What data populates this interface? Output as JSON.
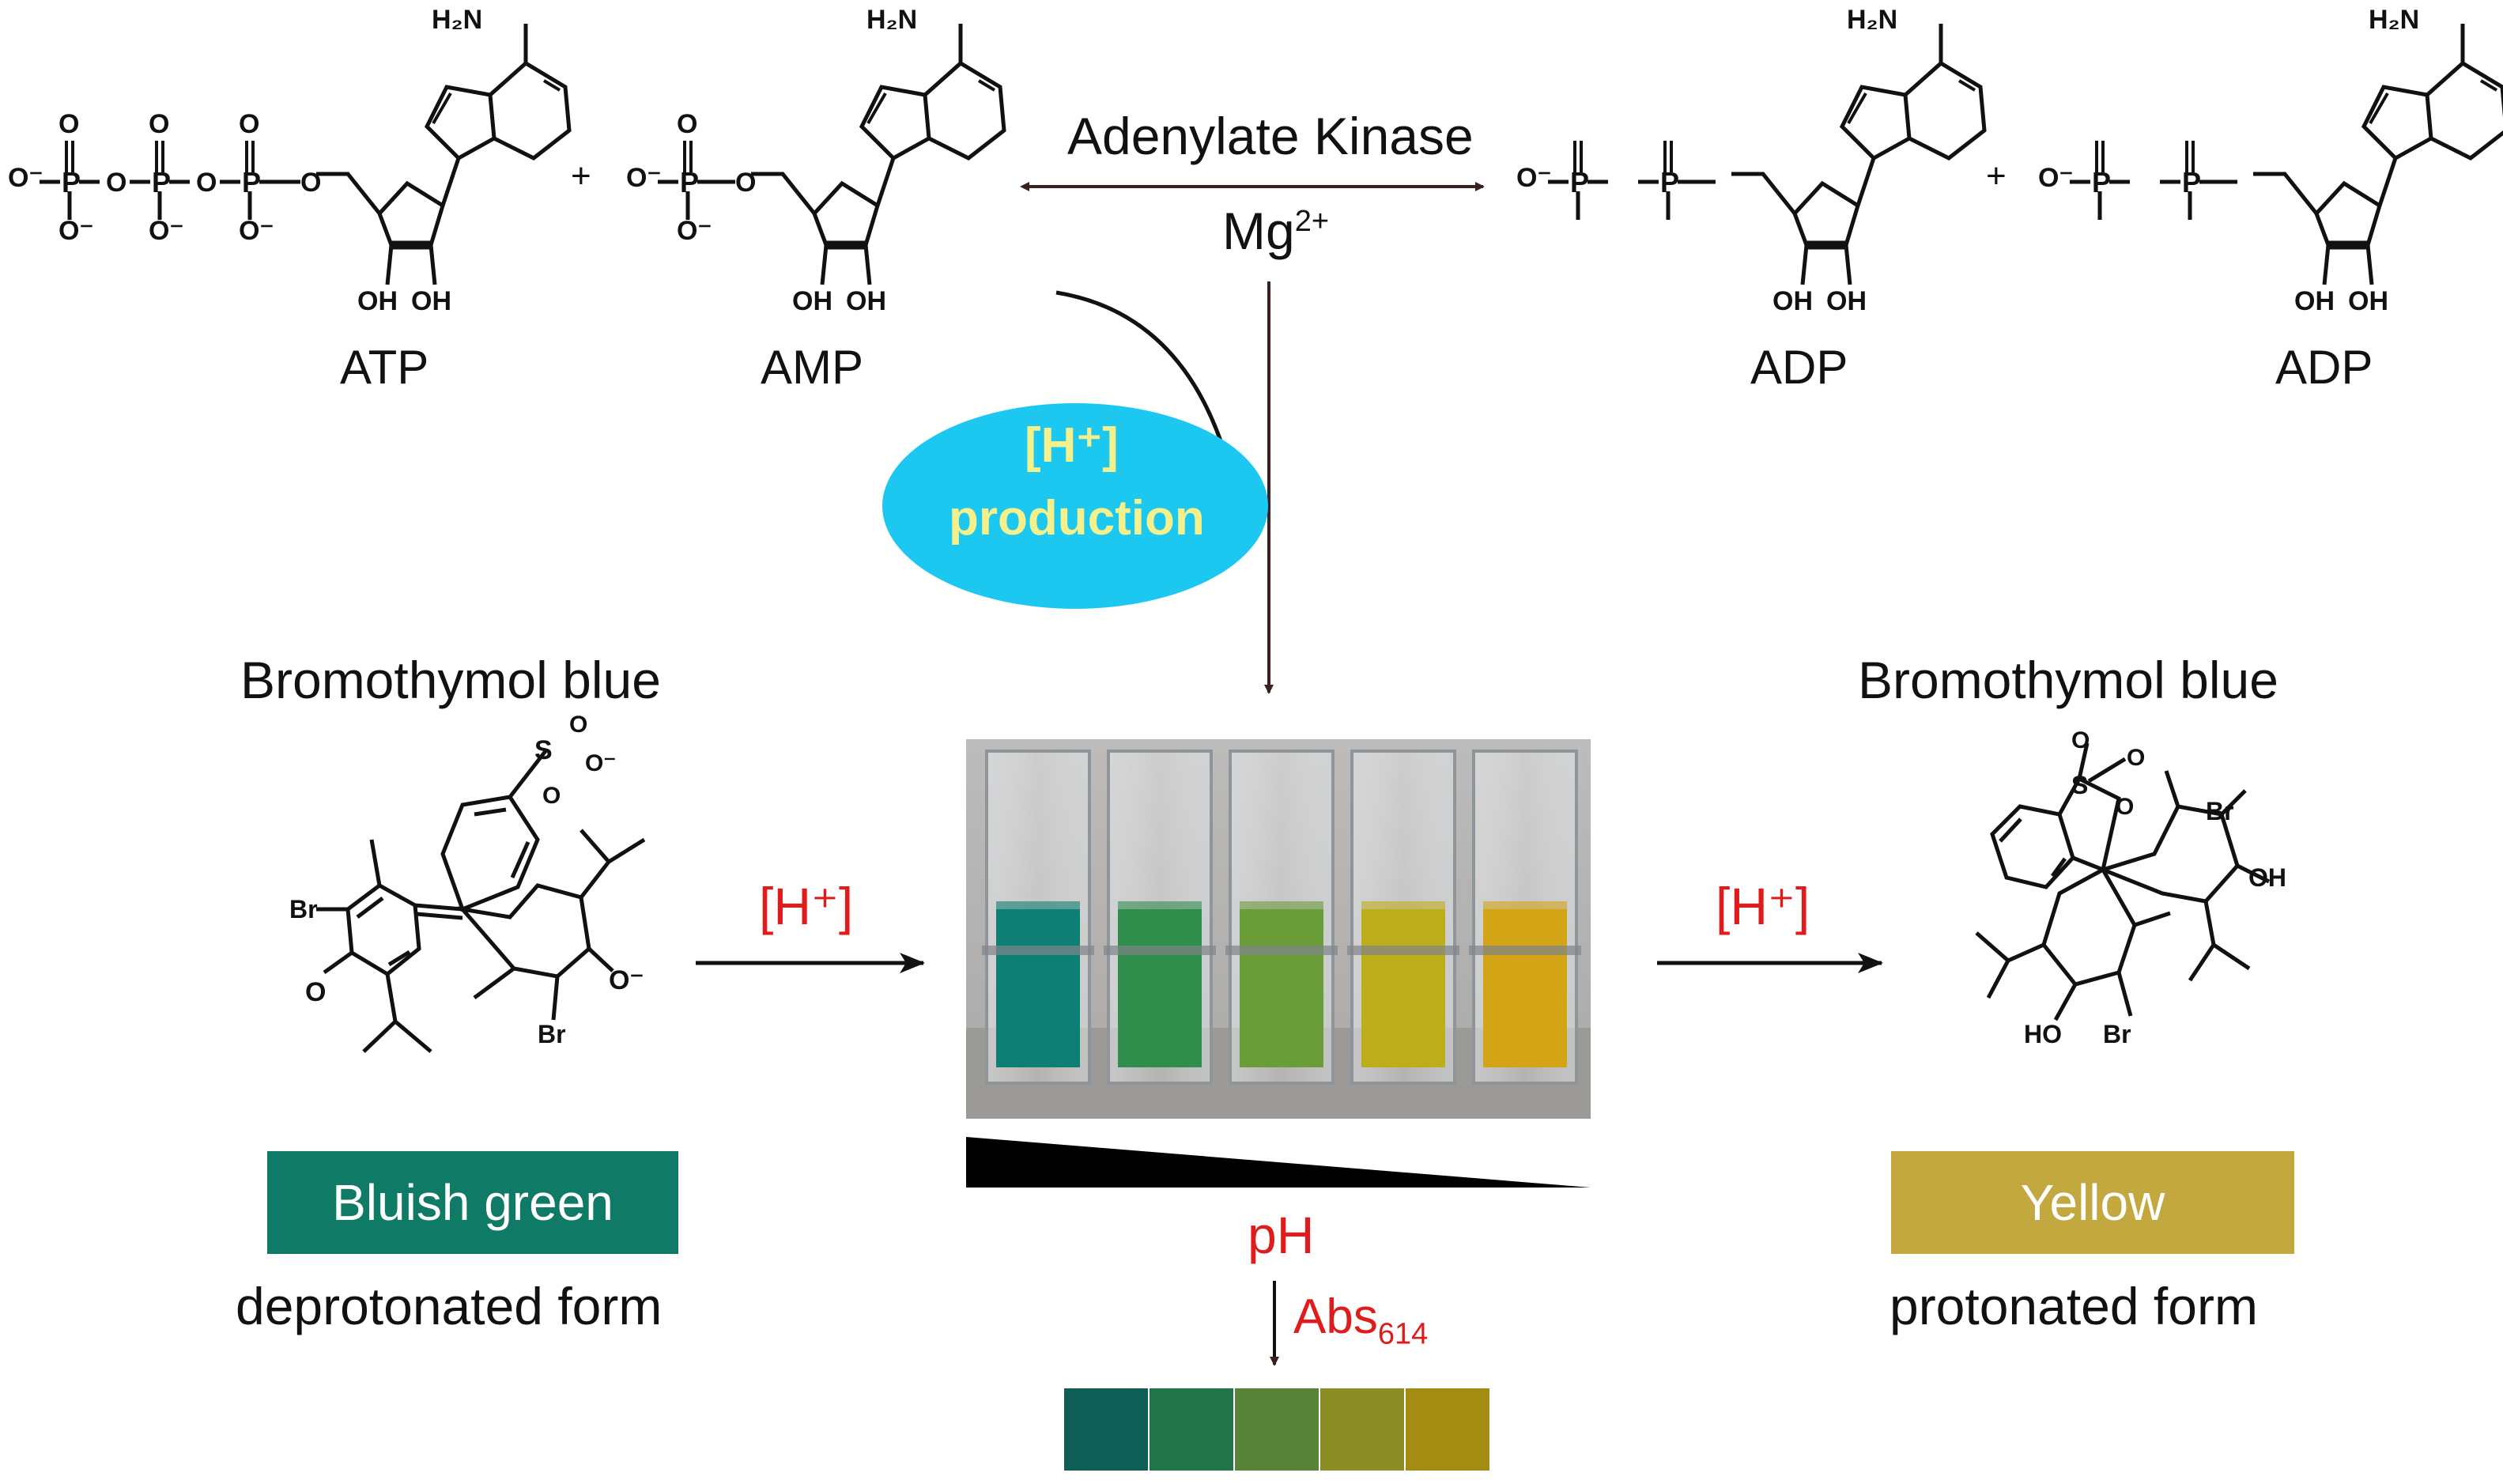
{
  "reaction": {
    "enzyme": "Adenylate Kinase",
    "cofactor_base": "Mg",
    "cofactor_charge": "2+",
    "plus": "+",
    "reactants": [
      "ATP",
      "AMP"
    ],
    "products": [
      "ADP",
      "ADP"
    ]
  },
  "atoms": {
    "nh2": "H₂N",
    "o": "O",
    "o_minus": "O⁻",
    "p": "P",
    "n": "N",
    "oh": "OH",
    "br": "Br",
    "s": "S",
    "ho": "HO",
    "minus": "⁻"
  },
  "proton_bubble": {
    "line1": "[H⁺]",
    "line2": "production",
    "fill": "#1cc8ef",
    "text_color": "#f4f08c"
  },
  "indicator_left": {
    "name": "Bromothymol blue",
    "arrow_label": "[H⁺]",
    "color_label": "Bluish green",
    "form_label": "deprotonated form",
    "swatch": "#0f7a66"
  },
  "indicator_right": {
    "name": "Bromothymol blue",
    "arrow_label": "[H⁺]",
    "color_label": "Yellow",
    "form_label": "protonated form",
    "swatch": "#c2a83e"
  },
  "measurement": {
    "ph_label": "pH",
    "abs_base": "Abs",
    "abs_sub": "614",
    "cuvette_colors": [
      "#0e7f72",
      "#2f8e4c",
      "#6a9d3a",
      "#bcae1b",
      "#d3a415"
    ],
    "scale_colors": [
      "#0f5e55",
      "#23744b",
      "#58843a",
      "#8a8c25",
      "#a48b12"
    ]
  }
}
